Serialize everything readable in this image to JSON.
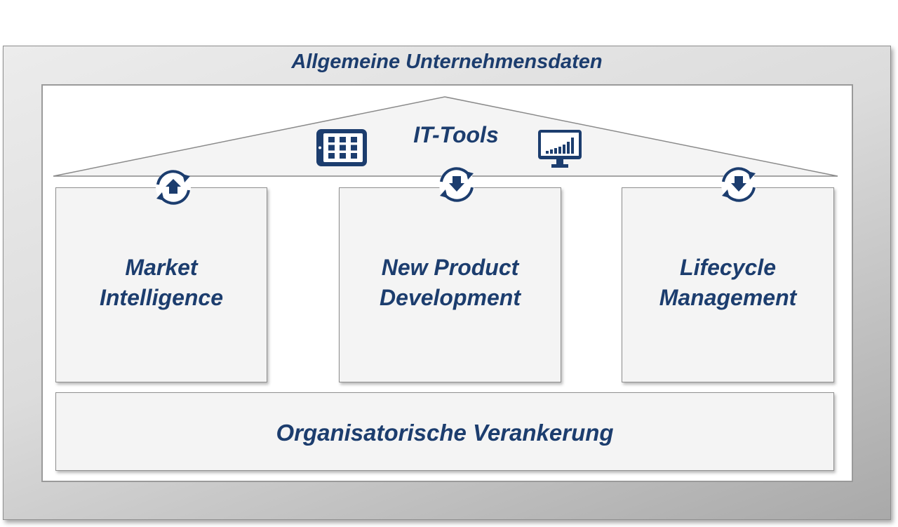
{
  "outer": {
    "title": "Allgemeine Unternehmensdaten"
  },
  "roof": {
    "title": "IT-Tools"
  },
  "icons": {
    "tablet": "tablet-grid-icon",
    "monitor": "monitor-chart-icon",
    "cycle_1": "cycle-upload-icon",
    "cycle_2": "cycle-download-icon",
    "cycle_3": "cycle-download-icon"
  },
  "pillars": [
    {
      "line1": "Market",
      "line2": "Intelligence"
    },
    {
      "line1": "New Product",
      "line2": "Development"
    },
    {
      "line1": "Lifecycle",
      "line2": "Management"
    }
  ],
  "foundation": {
    "label": "Organisatorische Verankerung"
  },
  "colors": {
    "text": "#1c3d6e",
    "icon": "#1c3d6e",
    "border": "#8f8f8f",
    "box_fill": "#f4f4f4"
  }
}
